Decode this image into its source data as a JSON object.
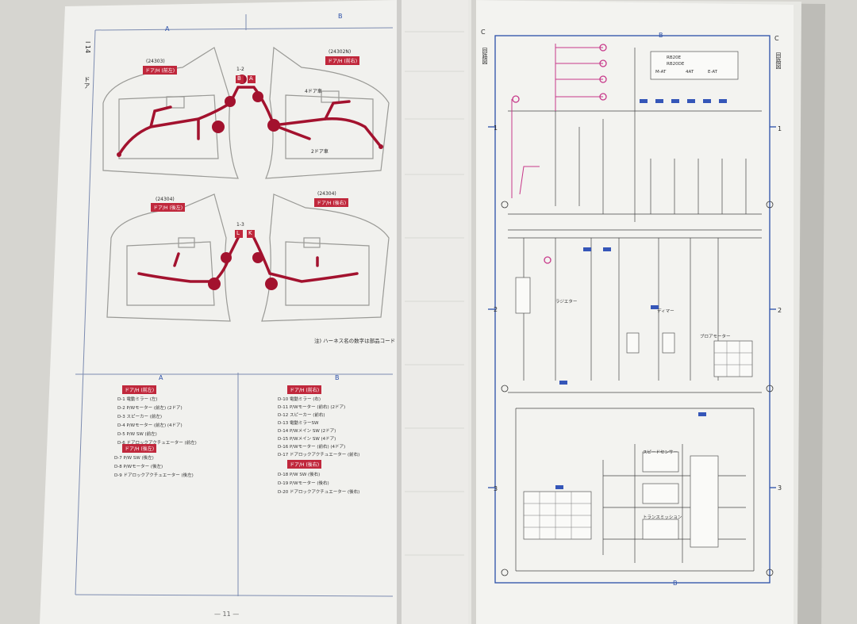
{
  "left_page": {
    "section_code": "I 14",
    "section_name": "ドア",
    "col_a": "A",
    "col_b": "B",
    "harness_front_left": {
      "code": "(24303)",
      "label": "ドア/H (前左)"
    },
    "harness_front_right": {
      "code": "(24302N)",
      "label": "ドア/H (前右)"
    },
    "harness_rear_left": {
      "code": "(24304)",
      "label": "ドア/H (後左)"
    },
    "harness_rear_right": {
      "code": "(24304)",
      "label": "ドア/H (後右)"
    },
    "conn_top": "1-2",
    "conn_top_letters": [
      "B",
      "A"
    ],
    "conn_bottom": "1-3",
    "conn_bottom_letters": [
      "L",
      "K"
    ],
    "label_4door": "4ドア車",
    "label_2door": "2ドア車",
    "note": "注) ハーネス名の数字は部品コード",
    "page_number": "— 11 —",
    "list_front_left": {
      "title": "ドア/H (前左)",
      "items": [
        "D-1 電動ミラー (左)",
        "D-2 P/Wモーター (前左) (2ドア)",
        "D-3 スピーカー (前左)",
        "D-4 P/Wモーター (前左) (4ドア)",
        "D-5 P/W SW (前左)",
        "D-6 ドアロックアクチュエーター (前左)"
      ]
    },
    "list_rear_left": {
      "title": "ドア/H (後左)",
      "items": [
        "D-7 P/W SW (後左)",
        "D-8 P/Wモーター (後左)",
        "D-9 ドアロックアクチュエーター (後左)"
      ]
    },
    "list_front_right": {
      "title": "ドア/H (前右)",
      "items": [
        "D-10 電動ミラー (右)",
        "D-11 P/Wモーター (前右) (2ドア)",
        "D-12 スピーカー (前右)",
        "D-13 電動ミラーSW",
        "D-14 P/Wメイン SW (2ドア)",
        "D-15 P/Wメイン SW (4ドア)",
        "D-16 P/Wモーター (前右) (4ドア)",
        "D-17 ドアロックアクチュエーター (前右)"
      ]
    },
    "list_rear_right": {
      "title": "ドア/H (後右)",
      "items": [
        "D-18 P/W SW (後右)",
        "D-19 P/Wモーター (後右)",
        "D-20 ドアロックアクチュエーター (後右)"
      ]
    }
  },
  "right_page": {
    "section_code": "C",
    "section_name": "回路図",
    "col_b": "B",
    "rows": [
      "1",
      "2",
      "3"
    ],
    "model_note": [
      "RB20E",
      "RB20DE",
      "M-AT",
      "4AT",
      "E-AT"
    ],
    "labels": [
      "ディマー",
      "ラジエター",
      "スピードセンサー",
      "ブロアモーター",
      "トランスミッション"
    ]
  },
  "colors": {
    "harness_red": "#a3122e",
    "tag_red": "#c0283c",
    "magenta": "#c7388a",
    "frame_blue": "#2b4fa8",
    "page": "#f2f2ef"
  }
}
